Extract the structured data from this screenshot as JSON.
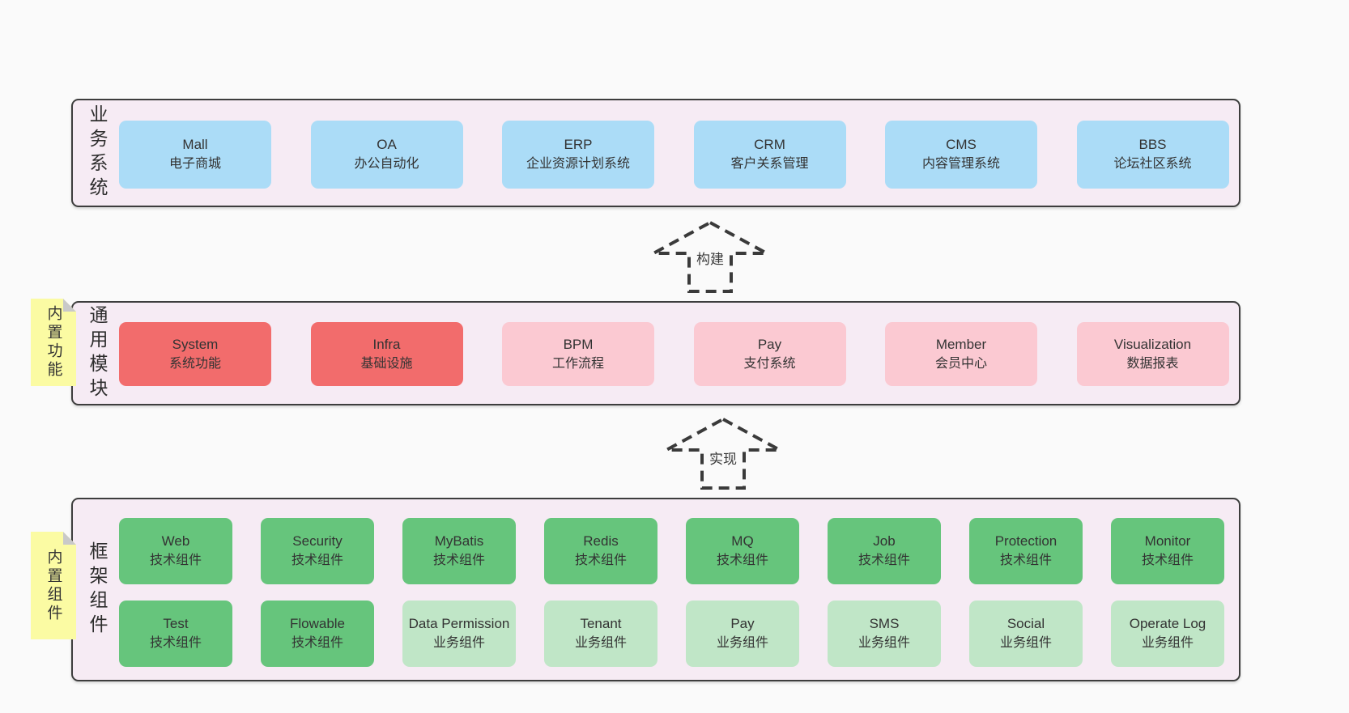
{
  "diagram": {
    "background": "#fafafa",
    "colors": {
      "band_background": "#f6ebf4",
      "band_border": "#3d3d3d",
      "blue_box": "#abdcf7",
      "red_box": "#f26c6c",
      "pink_box": "#fbc9d2",
      "green_box": "#66c57c",
      "light_green_box": "#c0e6c7",
      "note_yellow": "#fbfba3",
      "note_fold_gray": "#c9c9c9",
      "text": "#333333"
    },
    "bands": [
      {
        "label": "业务系统",
        "boxes": [
          {
            "name": "Mall",
            "desc": "电子商城",
            "variant": "v-blue"
          },
          {
            "name": "OA",
            "desc": "办公自动化",
            "variant": "v-blue"
          },
          {
            "name": "ERP",
            "desc": "企业资源计划系统",
            "variant": "v-blue"
          },
          {
            "name": "CRM",
            "desc": "客户关系管理",
            "variant": "v-blue"
          },
          {
            "name": "CMS",
            "desc": "内容管理系统",
            "variant": "v-blue"
          },
          {
            "name": "BBS",
            "desc": "论坛社区系统",
            "variant": "v-blue"
          }
        ]
      },
      {
        "label": "通用模块",
        "note": "内置功能",
        "boxes": [
          {
            "name": "System",
            "desc": "系统功能",
            "variant": "v-red"
          },
          {
            "name": "Infra",
            "desc": "基础设施",
            "variant": "v-red"
          },
          {
            "name": "BPM",
            "desc": "工作流程",
            "variant": "v-pink"
          },
          {
            "name": "Pay",
            "desc": "支付系统",
            "variant": "v-pink"
          },
          {
            "name": "Member",
            "desc": "会员中心",
            "variant": "v-pink"
          },
          {
            "name": "Visualization",
            "desc": "数据报表",
            "variant": "v-pink"
          }
        ]
      },
      {
        "label": "框架组件",
        "note": "内置组件",
        "rows": [
          [
            {
              "name": "Web",
              "desc": "技术组件",
              "variant": "v-green"
            },
            {
              "name": "Security",
              "desc": "技术组件",
              "variant": "v-green"
            },
            {
              "name": "MyBatis",
              "desc": "技术组件",
              "variant": "v-green"
            },
            {
              "name": "Redis",
              "desc": "技术组件",
              "variant": "v-green"
            },
            {
              "name": "MQ",
              "desc": "技术组件",
              "variant": "v-green"
            },
            {
              "name": "Job",
              "desc": "技术组件",
              "variant": "v-green"
            },
            {
              "name": "Protection",
              "desc": "技术组件",
              "variant": "v-green"
            },
            {
              "name": "Monitor",
              "desc": "技术组件",
              "variant": "v-green"
            }
          ],
          [
            {
              "name": "Test",
              "desc": "技术组件",
              "variant": "v-green"
            },
            {
              "name": "Flowable",
              "desc": "技术组件",
              "variant": "v-green"
            },
            {
              "name": "Data Permission",
              "desc": "业务组件",
              "variant": "v-lightgreen"
            },
            {
              "name": "Tenant",
              "desc": "业务组件",
              "variant": "v-lightgreen"
            },
            {
              "name": "Pay",
              "desc": "业务组件",
              "variant": "v-lightgreen"
            },
            {
              "name": "SMS",
              "desc": "业务组件",
              "variant": "v-lightgreen"
            },
            {
              "name": "Social",
              "desc": "业务组件",
              "variant": "v-lightgreen"
            },
            {
              "name": "Operate Log",
              "desc": "业务组件",
              "variant": "v-lightgreen"
            }
          ]
        ]
      }
    ],
    "arrows": [
      {
        "label": "构建"
      },
      {
        "label": "实现"
      }
    ]
  }
}
